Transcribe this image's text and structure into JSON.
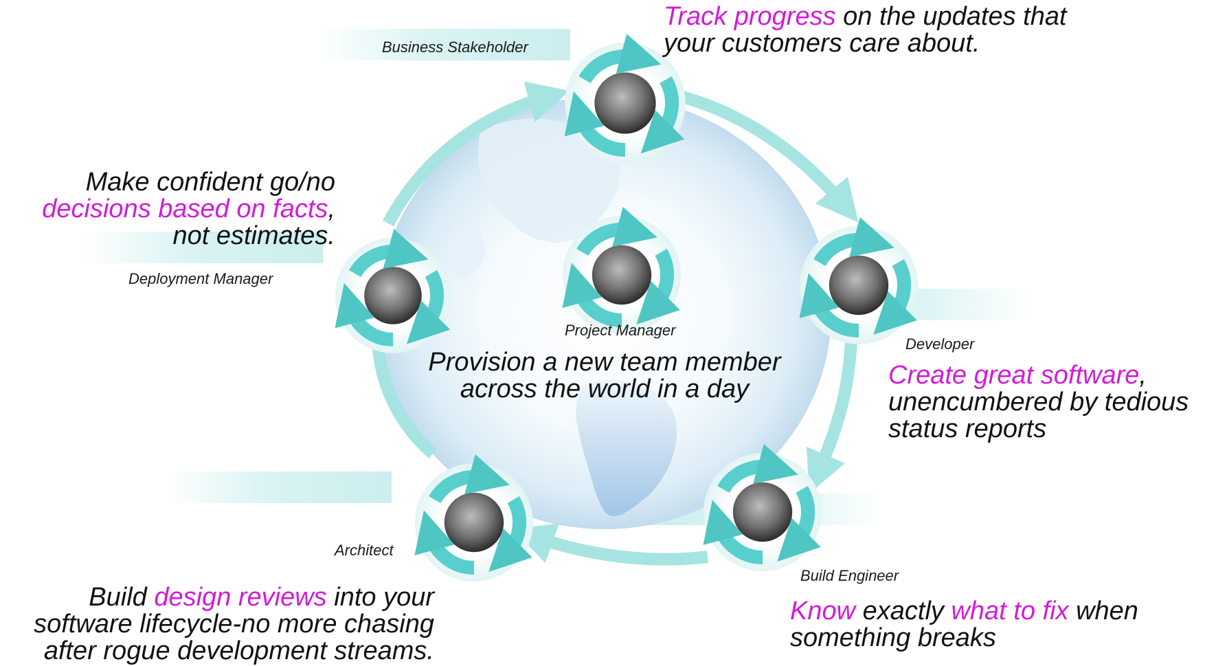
{
  "colors": {
    "highlight": "#d21bd9",
    "text": "#111111",
    "ring": "#9fe3e0",
    "arrow": "#58cfcc",
    "globe": "#d4e9f6"
  },
  "center": {
    "role": "Project Manager",
    "line1": "Provision a new team member",
    "line2": "across the world in a day"
  },
  "roles": {
    "business_stakeholder": "Business Stakeholder",
    "deployment_manager": "Deployment Manager",
    "developer": "Developer",
    "architect": "Architect",
    "build_engineer": "Build Engineer"
  },
  "statements": {
    "business": {
      "hl1": "Track progress",
      "t1": " on the updates that",
      "t2": "your customers care about."
    },
    "deployment": {
      "l1": "Make confident go/no",
      "hl": "decisions based on facts",
      "comma": ",",
      "l3": "not estimates."
    },
    "developer": {
      "hl": "Create great software",
      "comma": ",",
      "l2": "unencumbered by tedious",
      "l3": "status reports"
    },
    "architect": {
      "pre": "Build ",
      "hl": "design reviews",
      "post": " into your",
      "l2": "software lifecycle-no more chasing",
      "l3": "after rogue development streams."
    },
    "build": {
      "hl1": "Know",
      "mid": " exactly ",
      "hl2": "what to fix",
      "post": " when",
      "l2": "something breaks"
    }
  },
  "icons": {
    "avatar": "person-photo-icon",
    "cycle": "cycle-arrows-icon",
    "flow": "flow-arrow-icon",
    "globe": "globe-icon"
  }
}
